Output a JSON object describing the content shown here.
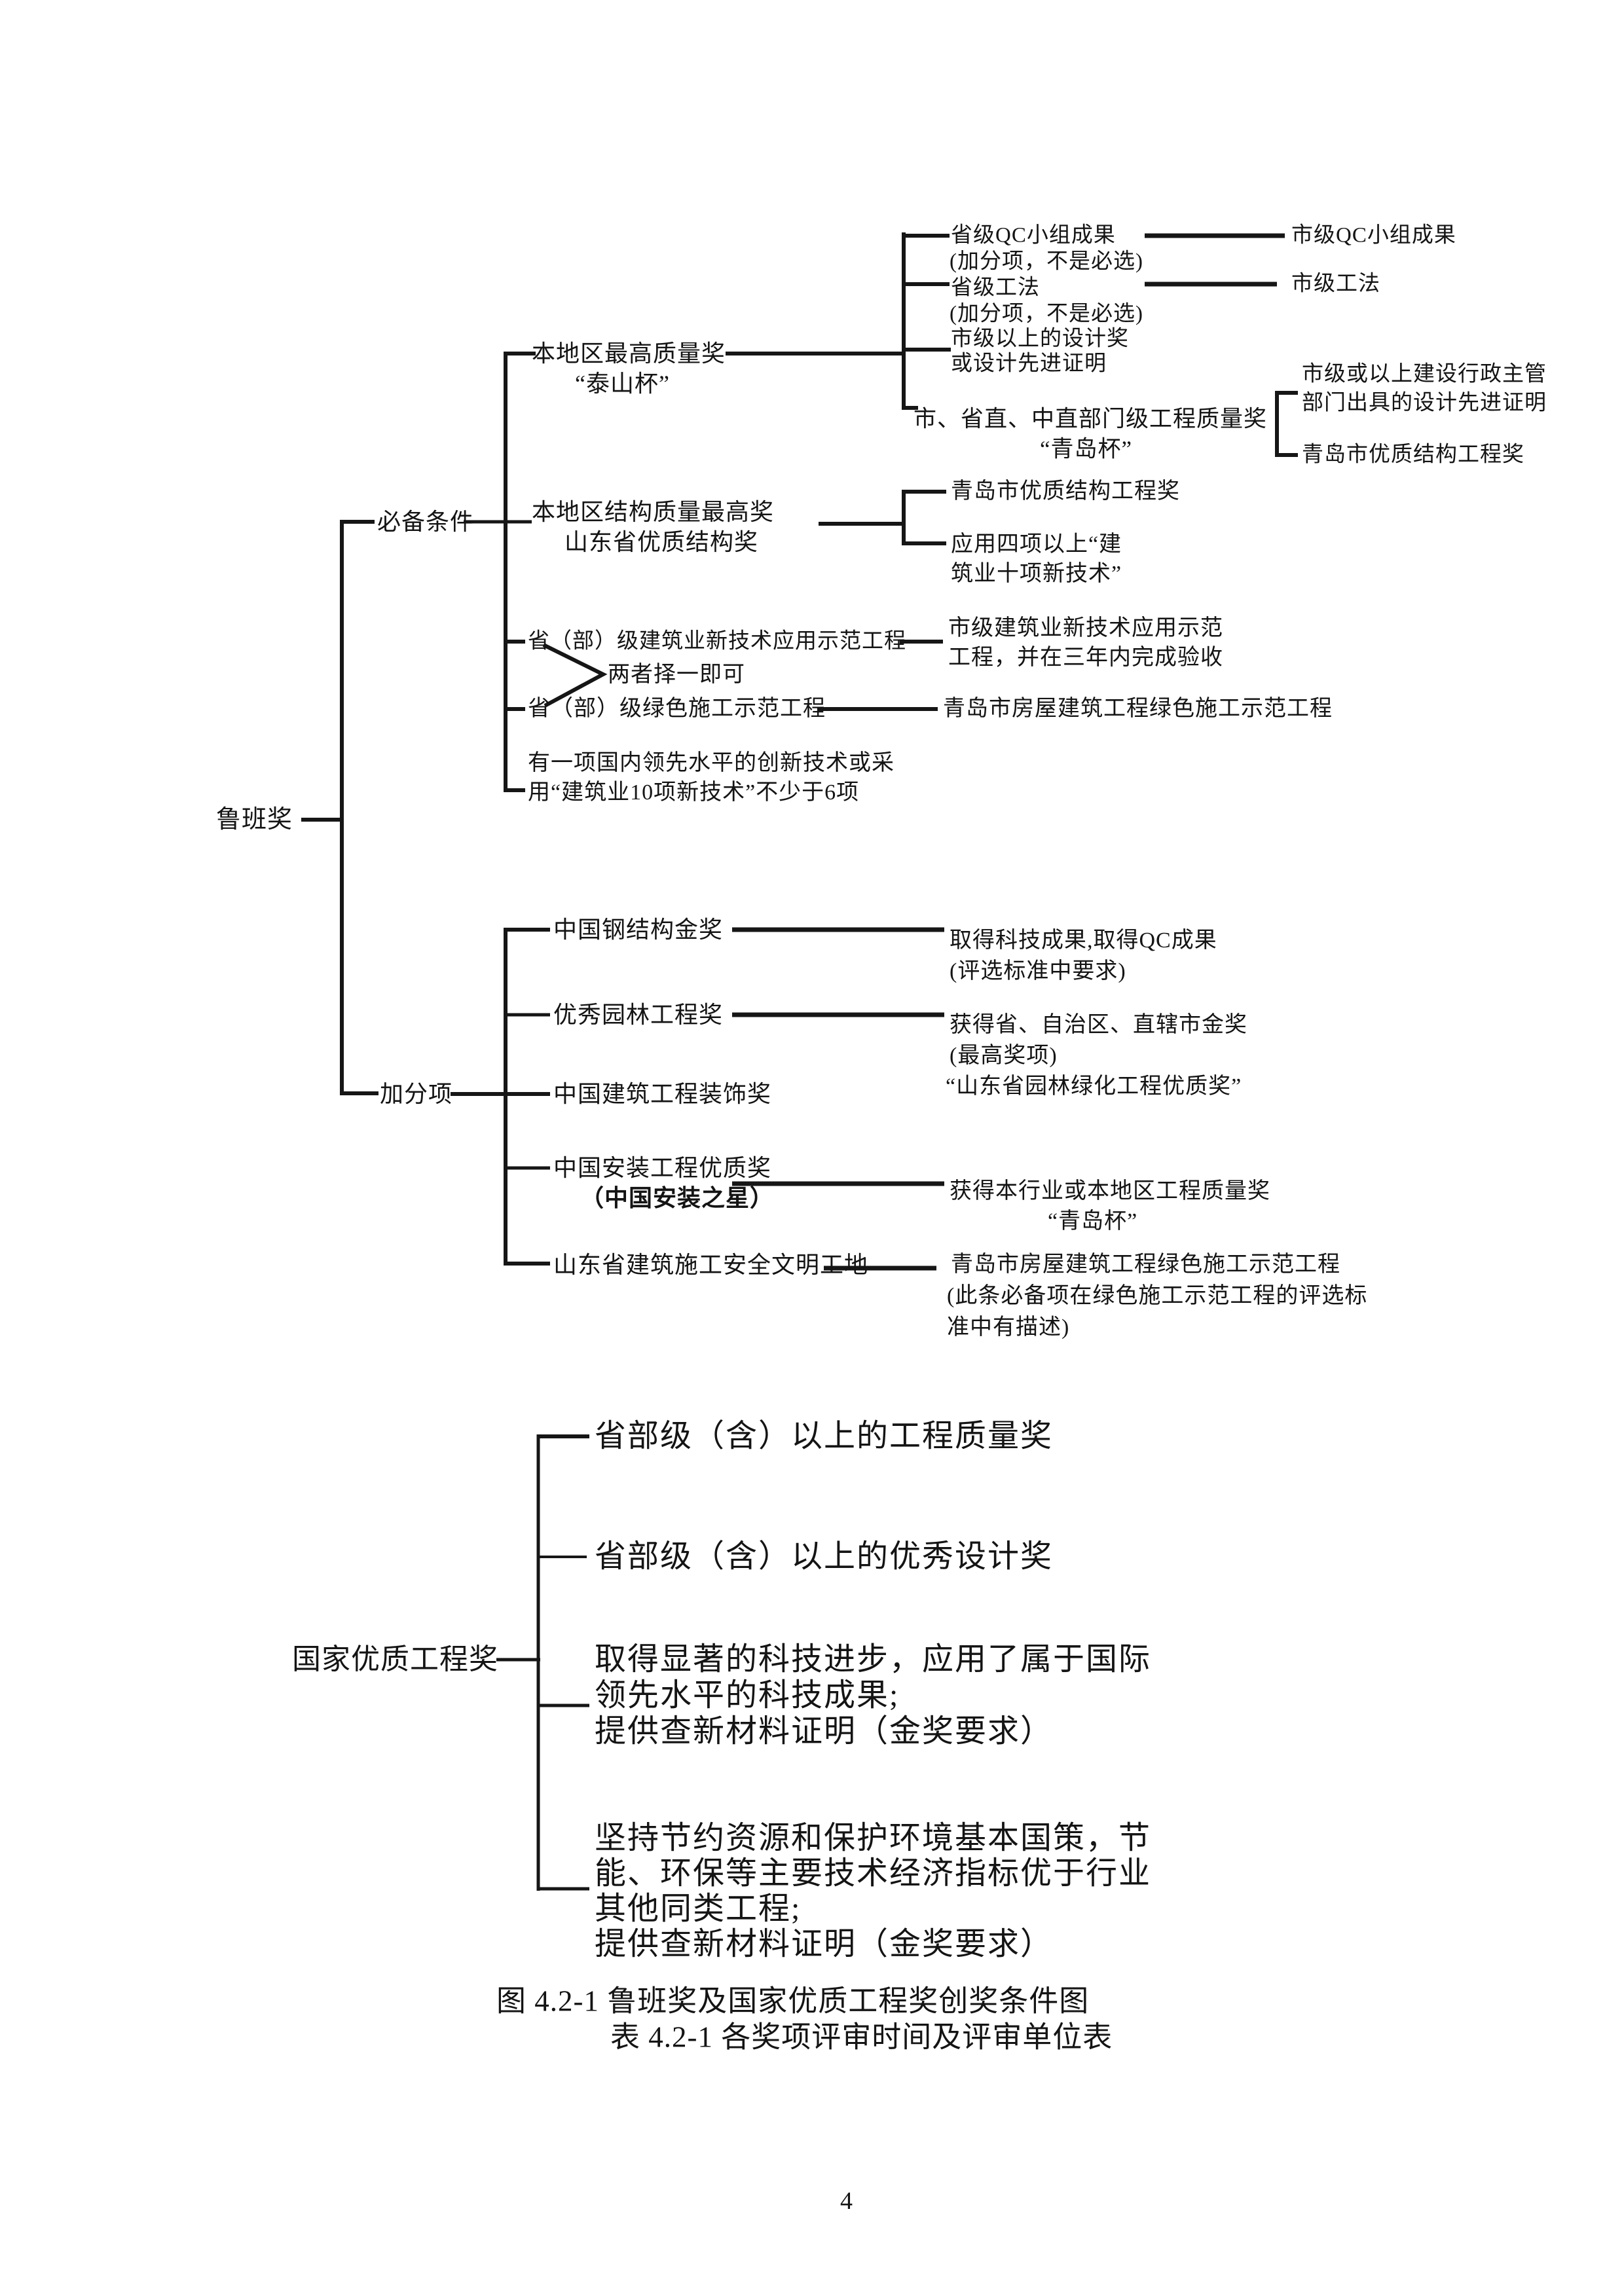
{
  "figure_title": "鲁班奖及国家优质工程奖创奖条件图",
  "labels": {
    "luban_root": "鲁班奖",
    "required": "必备条件",
    "bonus": "加分项",
    "taishan_l1": "本地区最高质量奖",
    "taishan_l2": "“泰山杯”",
    "qc_prov_l1": "省级QC小组成果",
    "qc_prov_l2": "(加分项，不是必选)",
    "method_prov_l1": "省级工法",
    "method_prov_l2": "(加分项，不是必选)",
    "design_award_l1": "市级以上的设计奖",
    "design_award_l2": "或设计先进证明",
    "city_quality_l1": "市、省直、中直部门级工程质量奖",
    "city_quality_l2": "“青岛杯”",
    "qc_city": "市级QC小组成果",
    "method_city": "市级工法",
    "design_cert_l1": "市级或以上建设行政主管",
    "design_cert_l2": "部门出具的设计先进证明",
    "qd_structure_top": "青岛市优质结构工程奖",
    "local_structure_l1": "本地区结构质量最高奖",
    "local_structure_l2": "山东省优质结构奖",
    "qd_structure_mid": "青岛市优质结构工程奖",
    "four_tech_l1": "应用四项以上“建",
    "four_tech_l2": "筑业十项新技术”",
    "new_tech_prov": "省（部）级建筑业新技术应用示范工程",
    "either_one": "两者择一即可",
    "new_tech_city_l1": "市级建筑业新技术应用示范",
    "new_tech_city_l2": "工程，并在三年内完成验收",
    "green_prov": "省（部）级绿色施工示范工程",
    "green_city": "青岛市房屋建筑工程绿色施工示范工程",
    "innovation_l1": "有一项国内领先水平的创新技术或采",
    "innovation_l2": "用“建筑业10项新技术”不少于6项",
    "steel_gold": "中国钢结构金奖",
    "steel_result_l1": "取得科技成果,取得QC成果",
    "steel_result_l2": "(评选标准中要求)",
    "garden": "优秀园林工程奖",
    "garden_result_l1": "获得省、自治区、直辖市金奖",
    "garden_result_l2": "(最高奖项)",
    "garden_result_l3": "“山东省园林绿化工程优质奖”",
    "decoration": "中国建筑工程装饰奖",
    "install_l1": "中国安装工程优质奖",
    "install_l2": "（中国安装之星）",
    "install_result_l1": "获得本行业或本地区工程质量奖",
    "install_result_l2": "“青岛杯”",
    "safety": "山东省建筑施工安全文明工地",
    "safety_result_l1": "青岛市房屋建筑工程绿色施工示范工程",
    "safety_result_l2": "(此条必备项在绿色施工示范工程的评选标",
    "safety_result_l3": "准中有描述)",
    "national_root": "国家优质工程奖",
    "nq1": "省部级（含）以上的工程质量奖",
    "nq2": "省部级（含）以上的优秀设计奖",
    "nq3_l1": "取得显著的科技进步，应用了属于国际",
    "nq3_l2": "领先水平的科技成果;",
    "nq3_l3": "提供查新材料证明（金奖要求）",
    "nq4_l1": "坚持节约资源和保护环境基本国策，节",
    "nq4_l2": "能、环保等主要技术经济指标优于行业",
    "nq4_l3": "其他同类工程;",
    "nq4_l4": "提供查新材料证明（金奖要求）",
    "caption_fig": "图 4.2-1  鲁班奖及国家优质工程奖创奖条件图",
    "caption_table": "表 4.2-1 各奖项评审时间及评审单位表",
    "page_number": "4"
  }
}
